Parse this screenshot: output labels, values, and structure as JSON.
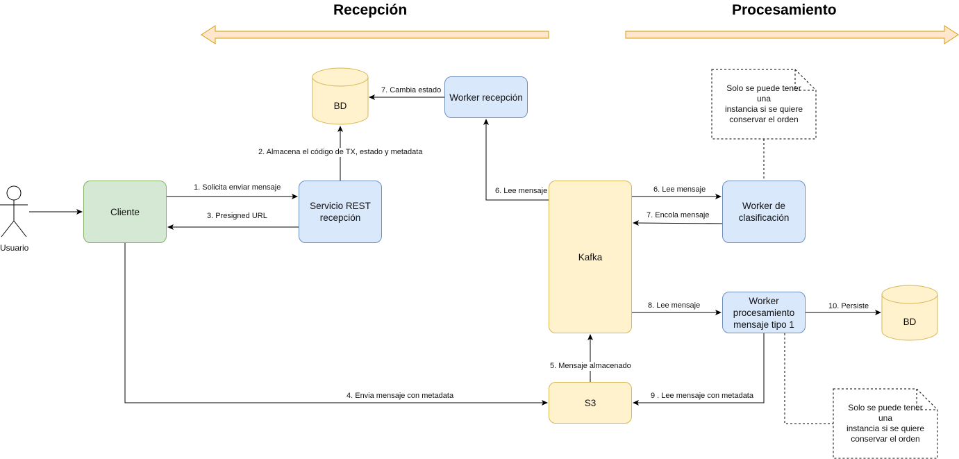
{
  "sections": {
    "left_title": "Recepción",
    "right_title": "Procesamiento"
  },
  "nodes": {
    "usuario": "Usuario",
    "cliente": "Cliente",
    "servicio_rest": "Servicio REST\nrecepción",
    "bd_top": "BD",
    "worker_recepcion": "Worker recepción",
    "kafka": "Kafka",
    "worker_clasificacion": "Worker de\nclasificación",
    "worker_procesamiento": "Worker\nprocesamiento\nmensaje tipo 1",
    "bd_right": "BD",
    "s3": "S3"
  },
  "notes": {
    "note_top": "Solo se puede tener una\ninstancia si se quiere\nconservar el orden",
    "note_bottom": "Solo se puede tener una\ninstancia si se quiere\nconservar el orden"
  },
  "edges": {
    "e1": "1. Solicita enviar mensaje",
    "e2": "2. Almacena el código de TX, estado y metadata",
    "e3": "3. Presigned URL",
    "e4": "4. Envia mensaje con metadata",
    "e5": "5. Mensaje almacenado",
    "e6a": "6. Lee mensaje",
    "e6b": "6. Lee mensaje",
    "e7a": "7. Cambia estado",
    "e7b": "7. Encola mensaje",
    "e8": "8. Lee mensaje",
    "e9": "9 . Lee mensaje con metadata",
    "e10": "10. Persiste"
  },
  "colors": {
    "green_fill": "#d5e8d4",
    "green_stroke": "#82b366",
    "blue_fill": "#dae8fc",
    "blue_stroke": "#6c8ebf",
    "yellow_fill": "#fff2cc",
    "yellow_stroke": "#d6b656",
    "arrow_fill": "#ffe6cc",
    "arrow_stroke": "#d79b00"
  }
}
